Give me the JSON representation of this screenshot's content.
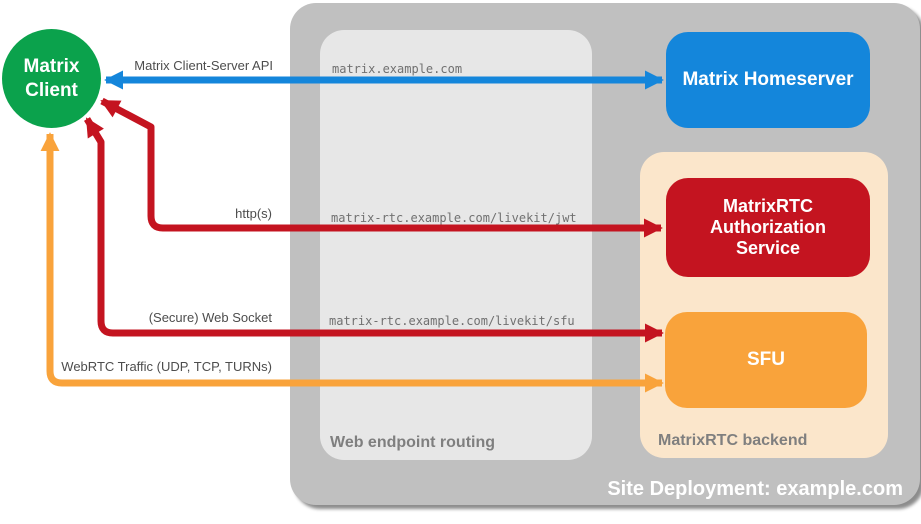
{
  "palette": {
    "site_bg": "#C0C0C0",
    "routing_bg": "#E7E7E7",
    "backend_bg": "#FBE6CB",
    "client_green": "#0BA24C",
    "homeserver_blue": "#1486DB",
    "auth_red": "#C41420",
    "sfu_orange": "#F9A33B"
  },
  "containers": {
    "site": {
      "label": "Site Deployment: example.com"
    },
    "routing": {
      "label": "Web endpoint routing"
    },
    "backend": {
      "label": "MatrixRTC backend"
    }
  },
  "nodes": {
    "client": {
      "label": "Matrix Client"
    },
    "homeserver": {
      "label": "Matrix Homeserver"
    },
    "auth": {
      "label": "MatrixRTC Authorization Service"
    },
    "sfu": {
      "label": "SFU"
    }
  },
  "routes": [
    {
      "label": "matrix.example.com"
    },
    {
      "label": "matrix-rtc.example.com/livekit/jwt"
    },
    {
      "label": "matrix-rtc.example.com/livekit/sfu"
    }
  ],
  "arrows": [
    {
      "name": "matrix-client-server-api",
      "label": "Matrix Client-Server API",
      "color": "#1486DB",
      "bidirectional": true
    },
    {
      "name": "https",
      "label": "http(s)",
      "color": "#C41420",
      "bidirectional": true
    },
    {
      "name": "secure-web-socket",
      "label": "(Secure) Web Socket",
      "color": "#C41420",
      "bidirectional": true
    },
    {
      "name": "webrtc-traffic",
      "label": "WebRTC Traffic (UDP, TCP, TURNs)",
      "color": "#F9A33B",
      "bidirectional": true
    }
  ]
}
